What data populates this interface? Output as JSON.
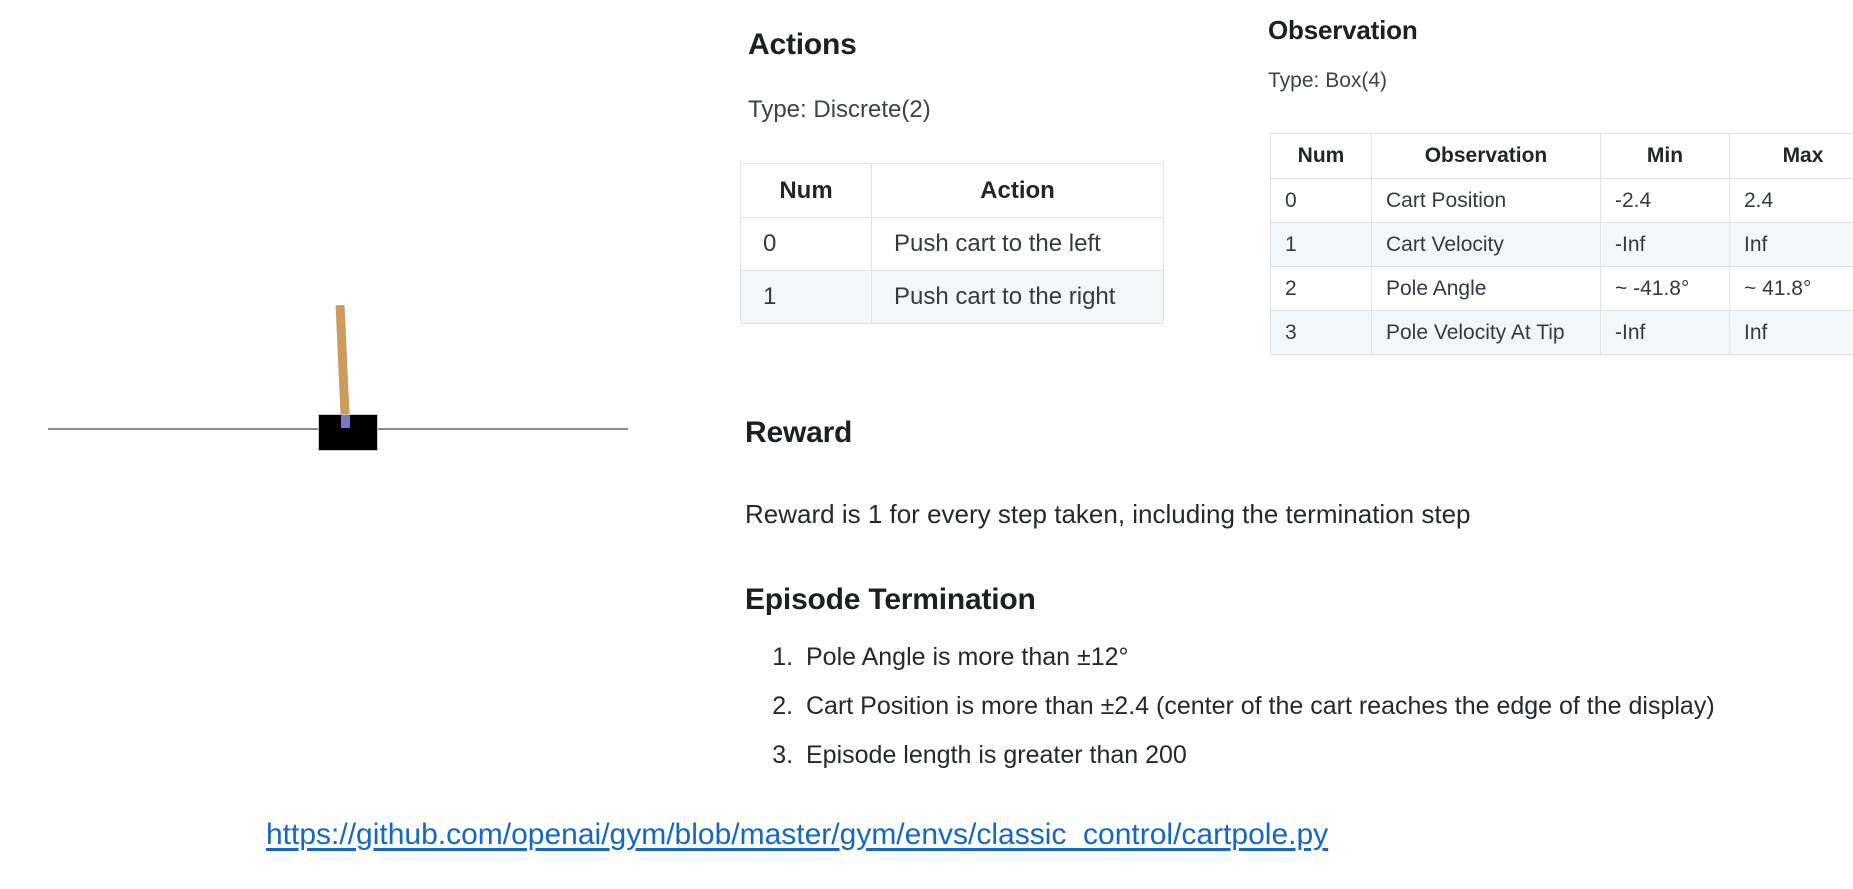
{
  "figure": {
    "name": "cartpole-illustration",
    "cart_color": "#000000",
    "pole_color": "#cd9b5e",
    "axle_color": "#7a76c8",
    "track_color": "#8d8d8d"
  },
  "actions": {
    "heading": "Actions",
    "type_label": "Type: Discrete(2)",
    "columns": [
      "Num",
      "Action"
    ],
    "rows": [
      {
        "num": "0",
        "action": "Push cart to the left"
      },
      {
        "num": "1",
        "action": "Push cart to the right"
      }
    ]
  },
  "observation": {
    "heading": "Observation",
    "type_label": "Type: Box(4)",
    "columns": [
      "Num",
      "Observation",
      "Min",
      "Max"
    ],
    "rows": [
      {
        "num": "0",
        "observation": "Cart Position",
        "min": "-2.4",
        "max": "2.4"
      },
      {
        "num": "1",
        "observation": "Cart Velocity",
        "min": "-Inf",
        "max": "Inf"
      },
      {
        "num": "2",
        "observation": "Pole Angle",
        "min": "~ -41.8°",
        "max": "~ 41.8°"
      },
      {
        "num": "3",
        "observation": "Pole Velocity At Tip",
        "min": "-Inf",
        "max": "Inf"
      }
    ]
  },
  "reward": {
    "heading": "Reward",
    "text": "Reward is 1 for every step taken, including the termination step"
  },
  "termination": {
    "heading": "Episode Termination",
    "items": [
      "Pole Angle is more than ±12°",
      "Cart Position is more than ±2.4 (center of the cart reaches the edge of the display)",
      "Episode length is greater than 200"
    ]
  },
  "link": {
    "text": "https://github.com/openai/gym/blob/master/gym/envs/classic_control/cartpole.py",
    "color": "#1567c4"
  }
}
